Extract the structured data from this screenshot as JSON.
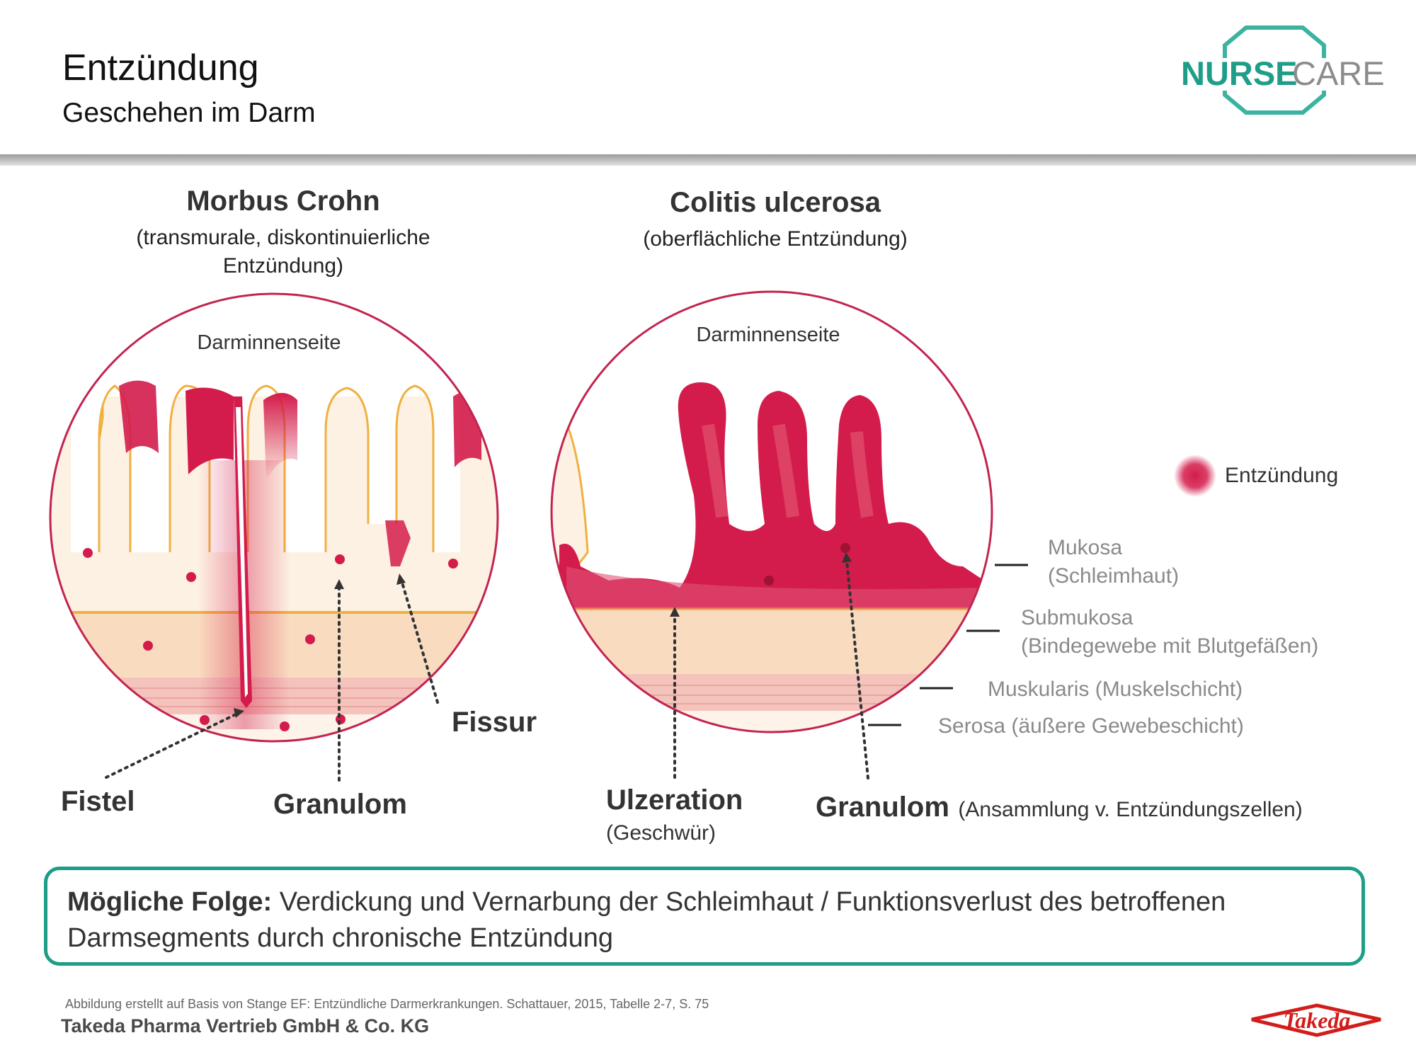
{
  "header": {
    "title": "Entzündung",
    "subtitle": "Geschehen im Darm",
    "logo_text_a": "NURSE",
    "logo_text_b": "CARE"
  },
  "crohn": {
    "title": "Morbus Crohn",
    "desc_line1": "(transmurale, diskontinuierliche",
    "desc_line2": "Entzündung)",
    "inner_label": "Darminnenseite",
    "labels": {
      "fistel": "Fistel",
      "granulom": "Granulom",
      "fissur": "Fissur"
    }
  },
  "colitis": {
    "title": "Colitis ulcerosa",
    "desc": "(oberflächliche Entzündung)",
    "inner_label": "Darminnenseite",
    "ulzeration": "Ulzeration",
    "ulzeration_sub": "(Geschwür)",
    "granulom": "Granulom",
    "granulom_sub": "(Ansammlung v. Entzündungszellen)"
  },
  "legend": {
    "label": "Entzündung"
  },
  "layers": {
    "mukosa_1": "Mukosa",
    "mukosa_2": "(Schleimhaut)",
    "submukosa_1": "Submukosa",
    "submukosa_2": "(Bindegewebe mit Blutgefäßen)",
    "muskularis": "Muskularis (Muskelschicht)",
    "serosa": "Serosa (äußere Gewebeschicht)"
  },
  "consequence": {
    "label": "Mögliche Folge:",
    "text": " Verdickung und Vernarbung der Schleimhaut / Funktionsverlust des betroffenen Darmsegments durch chronische Entzündung"
  },
  "footer": {
    "source": "Abbildung erstellt auf Basis von Stange EF: Entzündliche Darmerkrankungen. Schattauer, 2015, Tabelle 2-7, S. 75",
    "company": "Takeda Pharma Vertrieb GmbH & Co. KG",
    "brand": "Takeda"
  },
  "colors": {
    "inflammation": "#d31c4b",
    "circle": "#c2244f",
    "teal": "#1e9e88",
    "villus_fill": "#fdf0e0",
    "villus_border": "#f0b040"
  }
}
